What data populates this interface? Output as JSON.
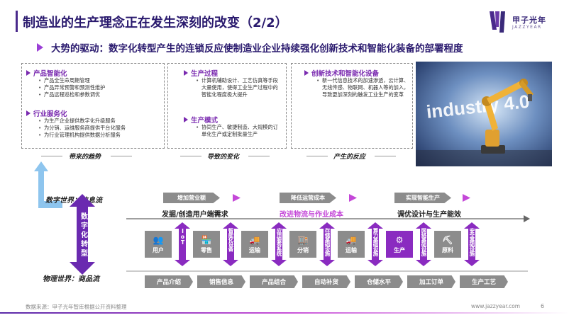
{
  "header": {
    "title": "制造业的生产理念正在发生深刻的改变（2/2）",
    "logo_cn": "甲子光年",
    "logo_en": "JAZZYEAR"
  },
  "subtitle": "大势的驱动：数字化转型产生的连锁反应使制造业企业持续强化创新技术和智能化装备的部署程度",
  "boxes": {
    "trends": {
      "sections": [
        {
          "heading": "产品智能化",
          "bullets": [
            "产品全生命周期管理",
            "产品异常预警和预测性维护",
            "产品远程巡检和参数调优"
          ]
        },
        {
          "heading": "行业服务化",
          "bullets": [
            "为生产企业提供数字化升级服务",
            "为分销、运维服务商提供平台化服务",
            "为行业管理机构提供数据分析服务"
          ]
        }
      ],
      "caption": "带来的趋势"
    },
    "changes": {
      "sections": [
        {
          "heading": "生产过程",
          "bullets": [
            "计算机辅助设计、工艺仿真等手段大量使用，使得工业生产过程中的智能化程度极大提升"
          ]
        },
        {
          "heading": "生产模式",
          "bullets": [
            "协同生产、敏捷制造、大规模的订单化生产或定制批量生产"
          ]
        }
      ],
      "caption": "导致的变化"
    },
    "responses": {
      "sections": [
        {
          "heading": "创新技术和智能化设备",
          "bullets": [
            "新一代信息技术的加速渗透，云计算、无线传感、物联网、机器人等的加入，导致更加深刻的触发工业生产的变革"
          ]
        }
      ],
      "caption": "产生的反应"
    }
  },
  "image_text": "industry 4.0",
  "layers": {
    "digital": "数字世界：信息流",
    "physical": "物理世界：商品流",
    "center_arrow": "数字化转型"
  },
  "tags": [
    "增加营业额",
    "降低运营成本",
    "实现智能生产"
  ],
  "demands": [
    "发掘/创造用户端需求",
    "改进物流与作业成本",
    "调优设计与生产能效"
  ],
  "colors": {
    "purple": "#8a2bc0",
    "magenta": "#c448d8",
    "gray": "#8c8c8c",
    "navy": "#2a1a6e"
  },
  "nodes": [
    {
      "type": "box",
      "label": "用户",
      "icon": "user-icon",
      "glyph": "👥",
      "highlight": false
    },
    {
      "type": "arrow",
      "label": "IoT"
    },
    {
      "type": "box",
      "label": "零售",
      "icon": "store-icon",
      "glyph": "🏪",
      "highlight": false
    },
    {
      "type": "arrow",
      "label": "智能化设备"
    },
    {
      "type": "box",
      "label": "运输",
      "icon": "truck-icon",
      "glyph": "🚚",
      "highlight": false
    },
    {
      "type": "arrow",
      "label": "应用服务系统"
    },
    {
      "type": "box",
      "label": "分销",
      "icon": "warehouse-icon",
      "glyph": "🏬",
      "highlight": false
    },
    {
      "type": "arrow",
      "label": "存储基础设施"
    },
    {
      "type": "box",
      "label": "运输",
      "icon": "truck-icon",
      "glyph": "🚚",
      "highlight": false
    },
    {
      "type": "arrow",
      "label": "算力基础设施"
    },
    {
      "type": "box",
      "label": "生产",
      "icon": "gear-icon",
      "glyph": "⚙",
      "highlight": true
    },
    {
      "type": "arrow",
      "label": "网络基础设施"
    },
    {
      "type": "box",
      "label": "原料",
      "icon": "mine-icon",
      "glyph": "⛏",
      "highlight": false
    },
    {
      "type": "arrow",
      "label": "安全基础设施"
    }
  ],
  "bottom_items": [
    "产品介绍",
    "销售信息",
    "产品组合",
    "自动补货",
    "仓储水平",
    "加工订单",
    "生产工艺"
  ],
  "footer": {
    "source": "数据来源：甲子光年智库根据公开资料整理",
    "url": "www.jazzyear.com",
    "page": "6"
  }
}
